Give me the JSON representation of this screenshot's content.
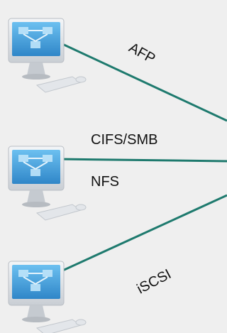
{
  "protocols": {
    "afp": "AFP",
    "cifs": "CIFS/SMB",
    "nfs": "NFS",
    "iscsi": "iSCSI"
  },
  "clients": [
    {
      "icon": "computer-icon"
    },
    {
      "icon": "computer-icon"
    },
    {
      "icon": "computer-icon"
    }
  ],
  "colors": {
    "connection_line": "#1e7a6e",
    "background": "#efefef",
    "monitor_screen": "#4aa3dc",
    "monitor_body": "#d9dde2"
  }
}
